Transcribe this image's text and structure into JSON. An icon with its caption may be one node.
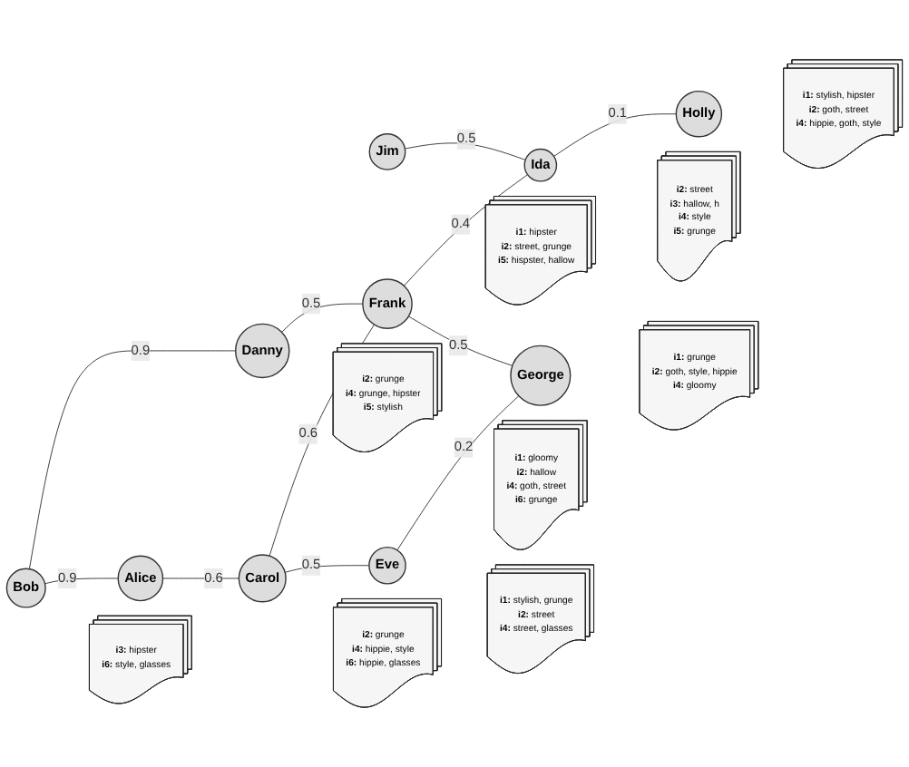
{
  "diagram": {
    "nodes": [
      {
        "text": [
          "Bob"
        ],
        "beside": [
          "i3: hipster",
          "i6: style, glasses"
        ]
      },
      {
        "text": [
          "Danny"
        ],
        "beside": [
          "i2: grunge",
          "i4: grunge, hipster",
          "i5: stylish"
        ]
      },
      {
        "text": [
          "Jim"
        ],
        "beside": [
          "i1: hipster",
          "i2: street, grunge",
          "i5: hispster, hallow"
        ]
      },
      {
        "text": [
          "Frank"
        ],
        "beside": [
          "i1: gloomy",
          "i2: hallow",
          "i4: goth, street",
          "i6: grunge"
        ]
      },
      {
        "text": [
          "Alice"
        ]
      },
      {
        "text": [
          "Carol"
        ],
        "beside": [
          "i2: grunge",
          "i4: hippie, style",
          "i6: hippie, glasses"
        ]
      },
      {
        "text": [
          "Ida"
        ],
        "beside": [
          "i2: street",
          "i3: hallow, h",
          "i4: style",
          "i5: grunge"
        ]
      },
      {
        "text": [
          "Eve"
        ],
        "beside": [
          "i1: stylish, grunge",
          "i2: street",
          "i4: street, glasses"
        ]
      },
      {
        "text": [
          "Holly"
        ],
        "beside": [
          "i1: stylish, hipster",
          "i2: goth, street",
          "i4: hippie, goth, style"
        ]
      },
      {
        "text": [
          "George"
        ],
        "beside": [
          "i1: grunge",
          "i2: goth, style, hippie",
          "i4: gloomy"
        ]
      }
    ],
    "edges": [
      {
        "from": 0,
        "to": 1,
        "arrow": "none",
        "label": "0.9"
      },
      {
        "from": 0,
        "to": 4,
        "arrow": "none",
        "label": "0.9"
      },
      {
        "from": 4,
        "to": 5,
        "arrow": "none",
        "label": "0.6"
      },
      {
        "from": 5,
        "to": 3,
        "arrow": "none",
        "label": "0.6"
      },
      {
        "from": 1,
        "to": 3,
        "arrow": "none",
        "label": "0.5"
      },
      {
        "from": 3,
        "to": 6,
        "arrow": "none",
        "label": "0.4"
      },
      {
        "from": 2,
        "to": 6,
        "arrow": "none",
        "label": "0.5"
      },
      {
        "from": 3,
        "to": 9,
        "arrow": "none",
        "label": "0.5"
      },
      {
        "from": 6,
        "to": 8,
        "arrow": "none",
        "label": "0.1"
      },
      {
        "from": 5,
        "to": 7,
        "arrow": "none",
        "label": "0.5"
      },
      {
        "from": 7,
        "to": 9,
        "arrow": "none",
        "label": "0.2"
      }
    ]
  }
}
